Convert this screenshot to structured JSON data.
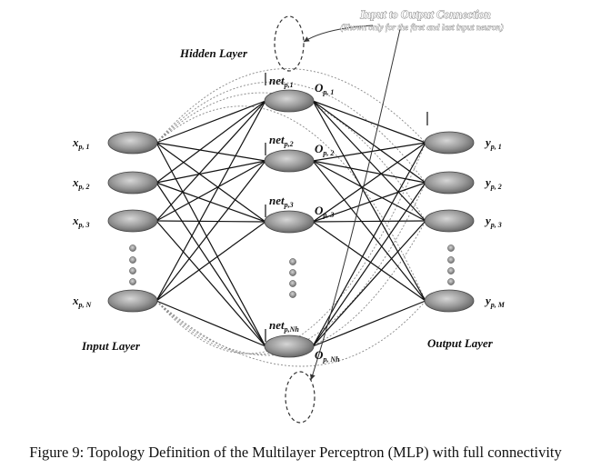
{
  "title_note": {
    "line1": "Input to Output Connection",
    "line2": "(Shown only for the first and last input neuron)"
  },
  "layers": {
    "hidden_title": "Hidden Layer",
    "input_title": "Input Layer",
    "output_title": "Output Layer"
  },
  "input_nodes": [
    {
      "base": "x",
      "sub": "p, 1"
    },
    {
      "base": "x",
      "sub": "p, 2"
    },
    {
      "base": "x",
      "sub": "p, 3"
    },
    {
      "base": "x",
      "sub": "p, N"
    }
  ],
  "hidden_nodes": [
    {
      "net_base": "net",
      "net_sub": "p,1",
      "out_base": "O",
      "out_sub": "p, 1"
    },
    {
      "net_base": "net",
      "net_sub": "p,2",
      "out_base": "O",
      "out_sub": "p, 2"
    },
    {
      "net_base": "net",
      "net_sub": "p,3",
      "out_base": "O",
      "out_sub": "p, 3"
    },
    {
      "net_base": "net",
      "net_sub": "p,Nh",
      "out_base": "O",
      "out_sub": "p, Nh"
    }
  ],
  "output_nodes": [
    {
      "base": "y",
      "sub": "p, 1"
    },
    {
      "base": "y",
      "sub": "p, 2"
    },
    {
      "base": "y",
      "sub": "p, 3"
    },
    {
      "base": "y",
      "sub": "p, M"
    }
  ],
  "caption": "Figure 9: Topology Definition of the Multilayer Perceptron (MLP) with full connectivity",
  "colors": {
    "node_fill": "#8a8a8a",
    "solid_edge": "#111111",
    "dashed_edge": "#888888"
  }
}
